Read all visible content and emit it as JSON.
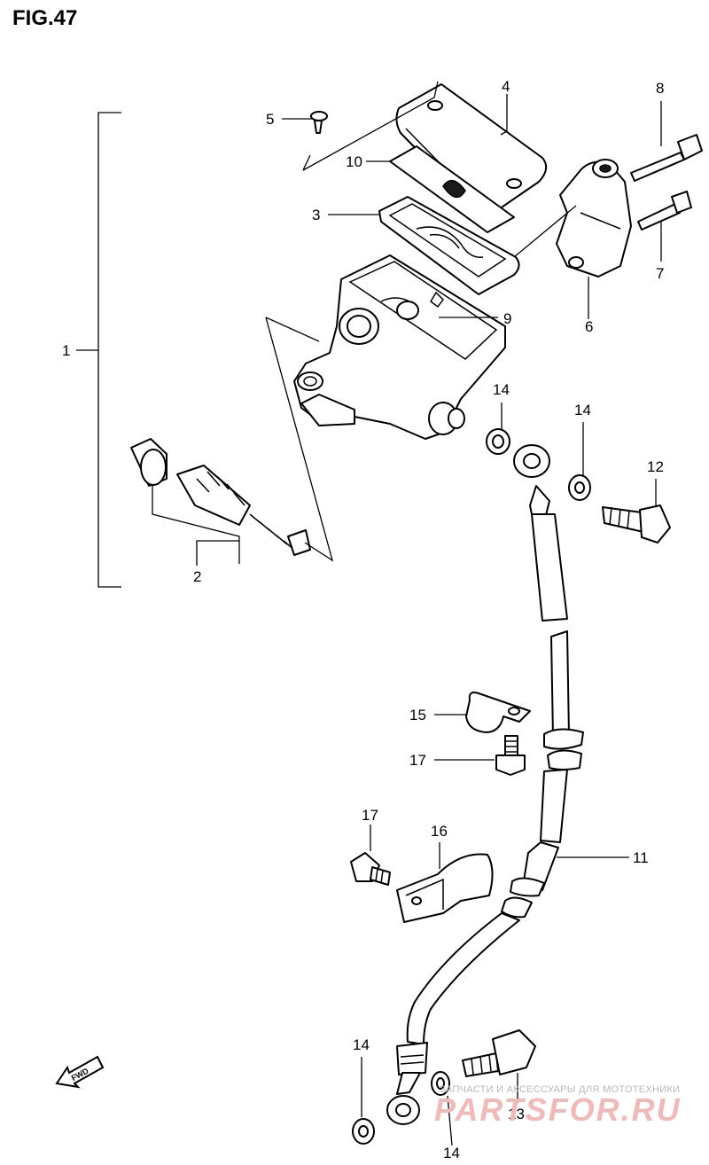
{
  "figure": {
    "title": "FIG.47"
  },
  "callouts": [
    "1",
    "2",
    "3",
    "4",
    "5",
    "6",
    "7",
    "8",
    "9",
    "10",
    "11",
    "12",
    "13",
    "14",
    "15",
    "16",
    "17"
  ],
  "fwd_label": "FWD",
  "watermark": {
    "line1": "ЗАПЧАСТИ И АКСЕССУАРЫ ДЛЯ МОТОТЕХНИКИ",
    "line2": "PARTSFOR.RU"
  }
}
